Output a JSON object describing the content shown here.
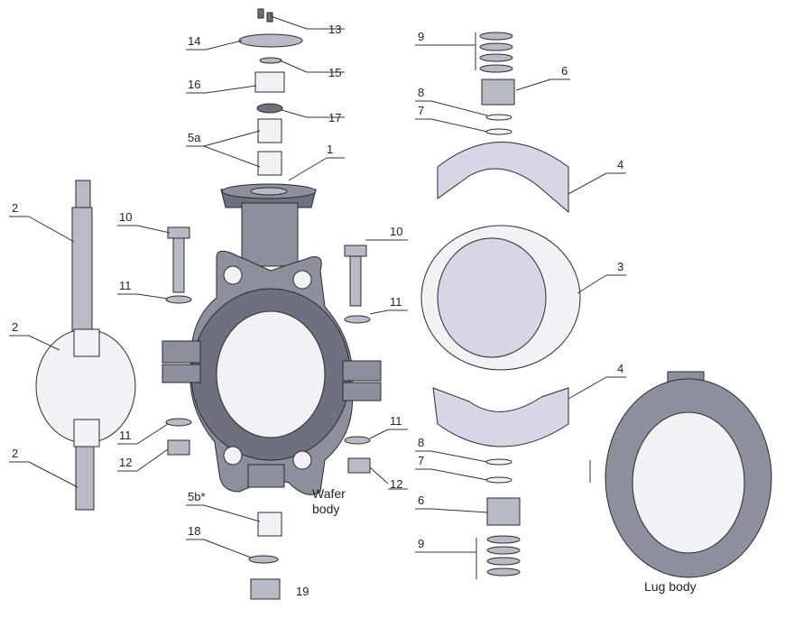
{
  "part_labels": [
    "1",
    "2",
    "2",
    "2",
    "3",
    "4",
    "4",
    "5a",
    "5b*",
    "6",
    "6",
    "7",
    "7",
    "8",
    "8",
    "9",
    "9",
    "10",
    "10",
    "11",
    "11",
    "11",
    "11",
    "12",
    "12",
    "13",
    "14",
    "15",
    "16",
    "17",
    "18",
    "19"
  ],
  "captions": {
    "wafer_line1": "Wafer",
    "wafer_line2": "body",
    "lug": "Lug body"
  }
}
